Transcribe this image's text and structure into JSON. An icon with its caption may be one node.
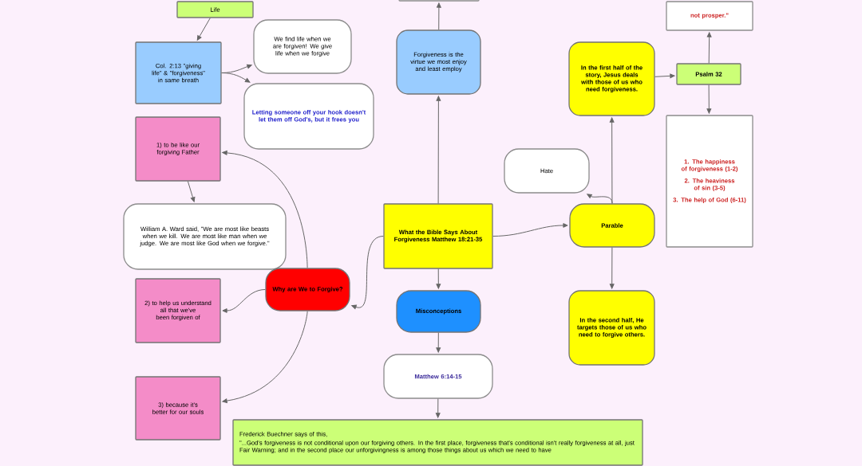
{
  "diagram": {
    "nodes": [
      {
        "text": [
          "Life"
        ]
      },
      {
        "text": [
          "Col. 2:13 \"giving life\" & \"forgiveness\" in same breath"
        ]
      },
      {
        "text": [
          "We find life when we are forgiven! We give life when we forgive"
        ]
      },
      {
        "text": [
          "Letting someone off your hook doesn't let them off God's, but it frees you"
        ]
      },
      {
        "text": [
          "1) to be like our forgiving Father"
        ]
      },
      {
        "text": [
          "William A. Ward said, \"We are most like beasts when we kill. We are most like man when we judge. We are most like God when we forgive.\""
        ]
      },
      {
        "text": [
          "Why are We to Forgive?"
        ]
      },
      {
        "text": [
          "2) to help us understand all that we've been forgiven of"
        ]
      },
      {
        "text": [
          "3) because it's better for our souls"
        ]
      },
      {
        "text": [],
        "shape": "box"
      },
      {
        "text": [
          "Forgiveness is the virtue we most enjoy and least employ"
        ]
      },
      {
        "text": [
          "What the Bible Says About Forgiveness Matthew 18:21-35"
        ]
      },
      {
        "text": [
          "Misconceptions"
        ]
      },
      {
        "text": [
          "Matthew 6:14-15"
        ]
      },
      {
        "text": [
          "Frederick Buechner says of this,",
          "\"...God's forgiveness is not conditional upon our forgiving others. In the first place, forgiveness that's conditional isn't really forgiveness at all, just Fair Warning; and in the second place our unforgivingness is among those things about us which we need to have"
        ]
      },
      {
        "text": [
          "not prosper.\""
        ]
      },
      {
        "text": [
          "In the first half of the story, Jesus deals with those of us who need forgiveness."
        ]
      },
      {
        "text": [
          "Psalm 32"
        ]
      },
      {
        "text": [
          "Hate"
        ]
      },
      {
        "text": [
          "Parable"
        ]
      },
      {
        "text": [
          "1. The happiness of forgiveness (1-2)",
          "2. The heaviness of sin (3-5)",
          "3. The help of God (6-11)"
        ]
      },
      {
        "text": [
          "In the second half, He targets those of us who need to forgive others."
        ]
      }
    ],
    "edges": [
      {
        "from": 0,
        "to": 1,
        "arrow": "to"
      },
      {
        "from": 1,
        "to": 2,
        "arrow": "to"
      },
      {
        "from": 1,
        "to": 3,
        "arrow": "to"
      },
      {
        "from": 4,
        "to": 5,
        "arrow": "to"
      },
      {
        "from": 6,
        "to": 4,
        "arrow": "to"
      },
      {
        "from": 6,
        "to": 7,
        "arrow": "to"
      },
      {
        "from": 6,
        "to": 8,
        "arrow": "to"
      },
      {
        "from": 11,
        "to": 6,
        "arrow": "to"
      },
      {
        "from": 11,
        "to": 10,
        "arrow": "to"
      },
      {
        "from": 10,
        "to": 9,
        "arrow": "to"
      },
      {
        "from": 11,
        "to": 12,
        "arrow": "to"
      },
      {
        "from": 12,
        "to": 13,
        "arrow": "to"
      },
      {
        "from": 13,
        "to": 14,
        "arrow": "to"
      },
      {
        "from": 11,
        "to": 19,
        "arrow": "to"
      },
      {
        "from": 19,
        "to": 18,
        "arrow": "to"
      },
      {
        "from": 19,
        "to": 16,
        "arrow": "to"
      },
      {
        "from": 19,
        "to": 21,
        "arrow": "to"
      },
      {
        "from": 16,
        "to": 17,
        "arrow": "to"
      },
      {
        "from": 17,
        "to": 15,
        "arrow": "to"
      },
      {
        "from": 17,
        "to": 20,
        "arrow": "to"
      }
    ]
  }
}
